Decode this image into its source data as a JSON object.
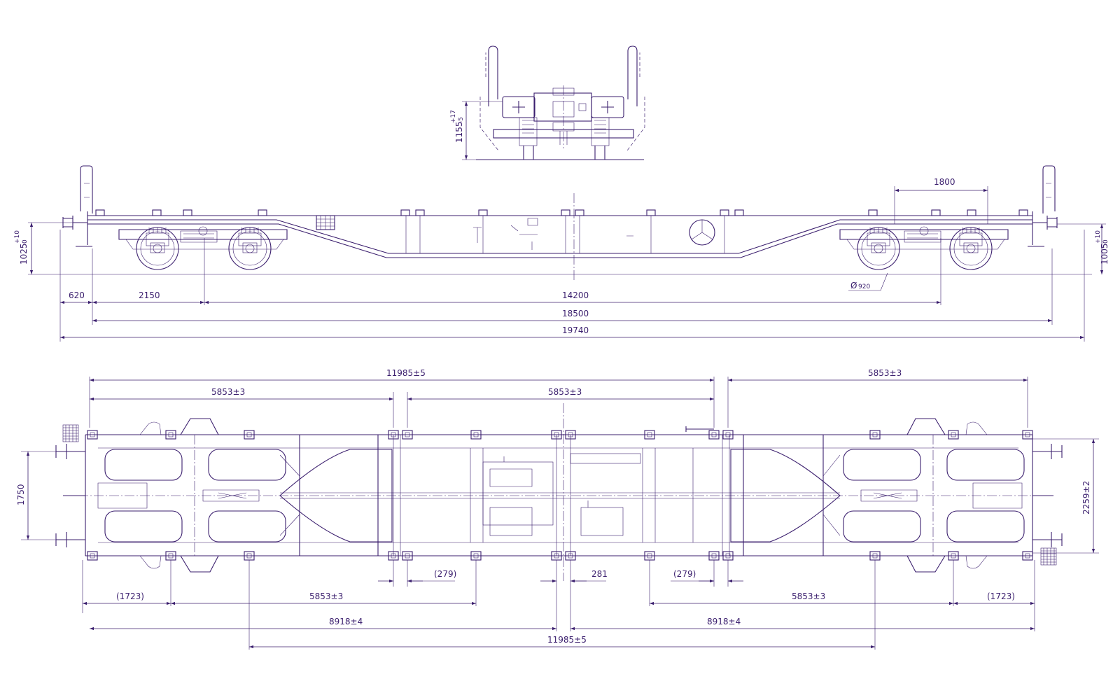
{
  "colors": {
    "line": "#3b1f6e",
    "background": "#ffffff"
  },
  "end_view": {
    "height_label": "1155",
    "height_tol_upper": "+17",
    "height_tol_lower": "-5"
  },
  "side_view": {
    "left_height_label": "1025",
    "left_height_tol": "+10",
    "left_height_tol_lower": "0",
    "right_height_label": "1005",
    "right_height_tol": "+10",
    "right_height_tol_lower": "0",
    "bogie_wheelbase": "1800",
    "wheel_diameter_symbol": "Ø",
    "wheel_diameter": "920",
    "dim_overhang": "620",
    "dim_bogie_offset": "2150",
    "dim_bogie_centers": "14200",
    "dim_over_headstocks": "18500",
    "dim_over_buffers": "19740"
  },
  "plan_view": {
    "top_row": {
      "left_long": "11985±5",
      "left_a": "5853±3",
      "middle": "5853±3",
      "right": "5853±3"
    },
    "left_width": "1750",
    "right_width": "2259±2",
    "spacing_left": "(279)",
    "spacing_center": "281",
    "spacing_right": "(279)",
    "bottom_row1": {
      "left_end": "(1723)",
      "left_mid": "5853±3",
      "right_mid": "5853±3",
      "right_end": "(1723)"
    },
    "bottom_row2": {
      "left": "8918±4",
      "right": "8918±4"
    },
    "bottom_row3": {
      "total": "11985±5"
    }
  }
}
